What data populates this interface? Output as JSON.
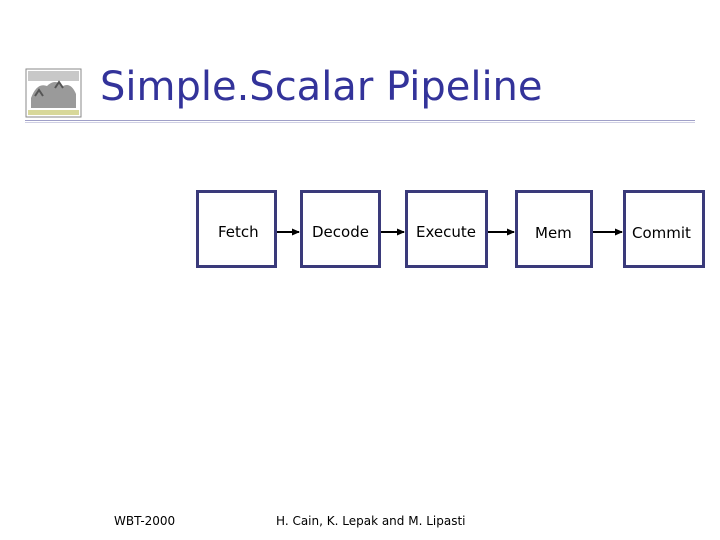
{
  "slide": {
    "title": "Simple.Scalar Pipeline"
  },
  "pipeline": {
    "stages": [
      {
        "label": "Fetch"
      },
      {
        "label": "Decode"
      },
      {
        "label": "Execute"
      },
      {
        "label": "Mem"
      },
      {
        "label": "Commit"
      }
    ]
  },
  "footer": {
    "left": "WBT-2000",
    "center": "H. Cain, K. Lepak and M. Lipasti"
  },
  "colors": {
    "title": "#33339a",
    "box_border": "#3a3a7a"
  }
}
